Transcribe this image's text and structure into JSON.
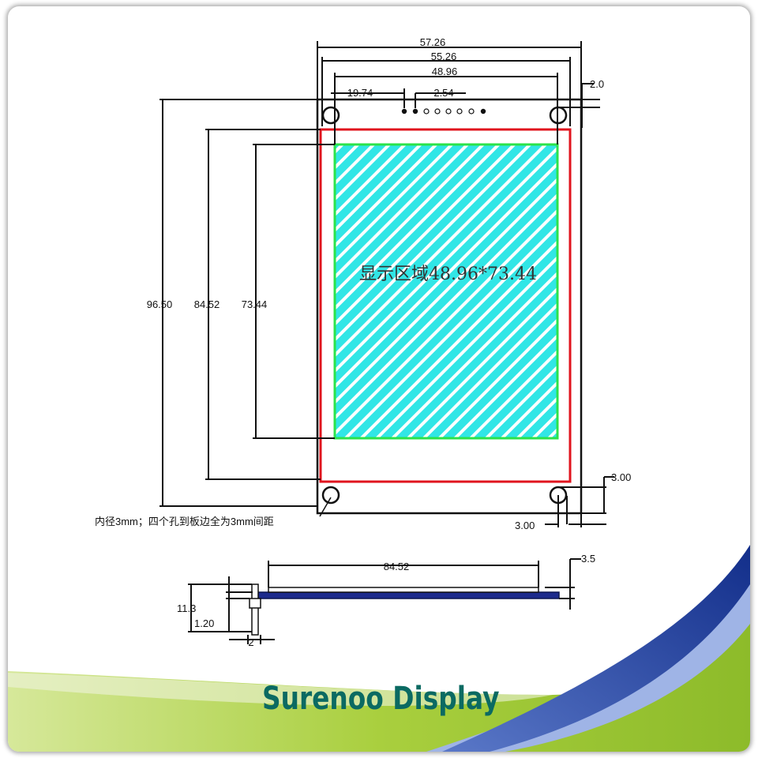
{
  "brand": {
    "name": "Surenoo Display"
  },
  "front_view": {
    "width_outer": "57.26",
    "width_mid": "55.26",
    "width_active": "48.96",
    "pin_offset": "19.74",
    "pin_pitch": "2.54",
    "top_hole_gap": "2.0",
    "height_outer": "96.50",
    "height_mid": "84.52",
    "height_active": "73.44",
    "display_area_label": "显示区域48.96*73.44",
    "hole_note": "内径3mm；四个孔到板边全为3mm间距",
    "hole_offset_y": "3.00",
    "hole_offset_x": "3.00"
  },
  "side_view": {
    "length": "84.52",
    "thickness_total": "3.5",
    "pin_height": "11.3",
    "pin_base": "1.20",
    "pin_width": "2"
  },
  "colors": {
    "board_outline": "#111111",
    "display_outline": "#e0141e",
    "active_area_fill": "#31e6e6",
    "active_area_border": "#2be34a",
    "pcb_side": "#1c2a8c",
    "brand_text": "#0b6a62",
    "swoosh_blue": "#1d3f9e",
    "swoosh_green": "#9ac63a"
  }
}
